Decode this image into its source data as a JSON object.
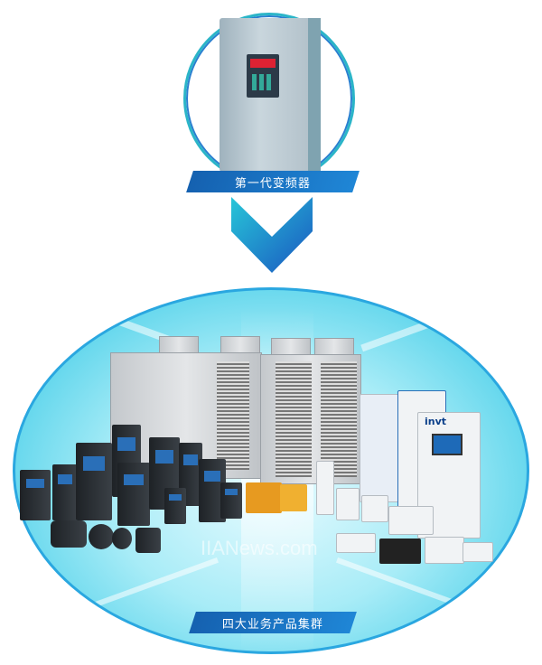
{
  "top": {
    "label": "第一代变频器"
  },
  "bottom": {
    "label": "四大业务产品集群"
  },
  "watermark": "IIANews.com",
  "brand_on_charger": "invt",
  "colors": {
    "banner": "#1a6fc0",
    "ring": "#2bb5c8",
    "ellipse": "#55d2ea"
  }
}
